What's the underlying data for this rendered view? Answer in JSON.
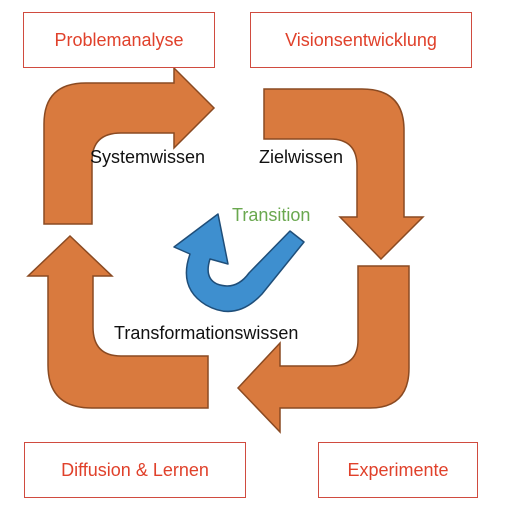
{
  "boxes": {
    "problem": "Problemanalyse",
    "vision": "Visionsentwicklung",
    "diffusion": "Diffusion & Lernen",
    "experimente": "Experimente"
  },
  "labels": {
    "systemwissen": "Systemwissen",
    "zielwissen": "Zielwissen",
    "transformationswissen": "Transformationswissen",
    "transition": "Transition"
  },
  "colors": {
    "arrow_fill": "#d97a3e",
    "arrow_stroke": "#8a4a22",
    "box_border": "#d04b3f",
    "box_text": "#e0412b",
    "transition_arrow_fill": "#3e8fcf",
    "transition_arrow_stroke": "#1f4e79",
    "transition_text": "#6aa84f"
  },
  "icons": {
    "cycle_arrows": "curved-block-arrow-icon",
    "transition_arrow": "u-turn-arrow-icon"
  }
}
